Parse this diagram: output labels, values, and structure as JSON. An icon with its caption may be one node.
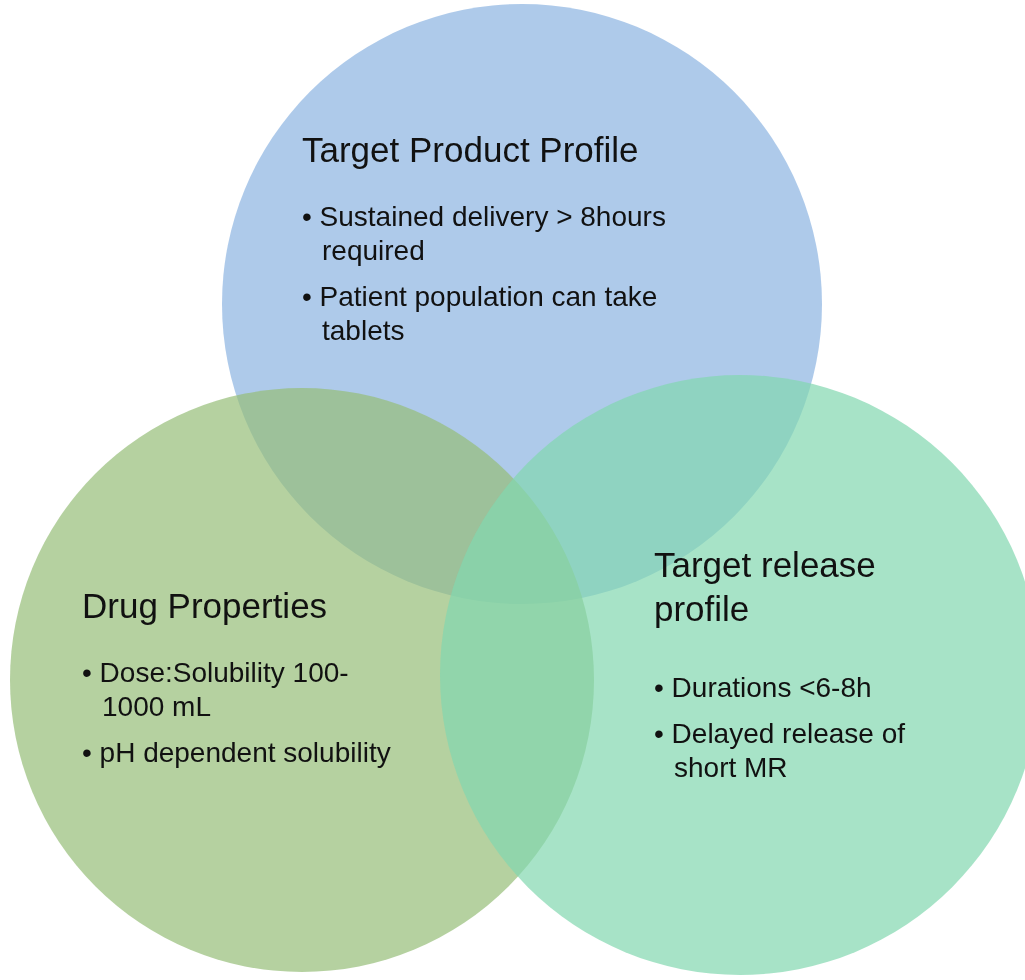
{
  "diagram": {
    "nodes": [
      {
        "text": [
          "Target Product Profile",
          "• Sustained delivery > 8hours required",
          "• Patient population can take tablets"
        ]
      },
      {
        "text": [
          "Drug Properties",
          "• Dose:Solubility 100-1000 mL",
          "• pH dependent solubility"
        ]
      },
      {
        "text": [
          "Target release profile",
          "• Durations <6-8h",
          "• Delayed release of short MR"
        ]
      }
    ]
  }
}
